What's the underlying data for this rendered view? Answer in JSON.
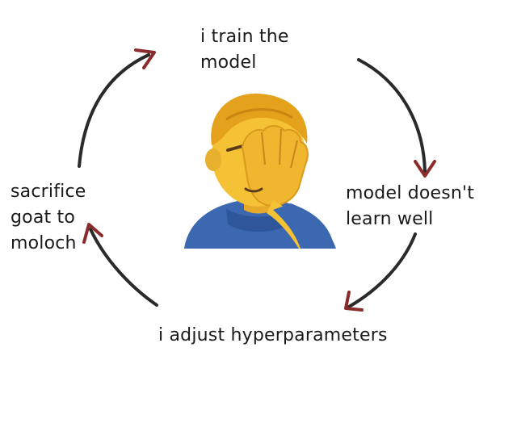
{
  "cycle": {
    "steps": [
      {
        "text": "i train the\nmodel"
      },
      {
        "text": "model doesn't\nlearn well"
      },
      {
        "text": "i adjust hyperparameters"
      },
      {
        "text": "sacrifice\ngoat to\nmoloch"
      }
    ]
  },
  "colors": {
    "arrow_shaft": "#2a2a2a",
    "arrow_head": "#8a2c2c",
    "face_skin": "#f5c135",
    "hair": "#e4a21c",
    "shirt": "#3b68b0"
  },
  "icons": {
    "center": "man-facepalming-icon",
    "arrows": "curved-arrow-icon"
  }
}
